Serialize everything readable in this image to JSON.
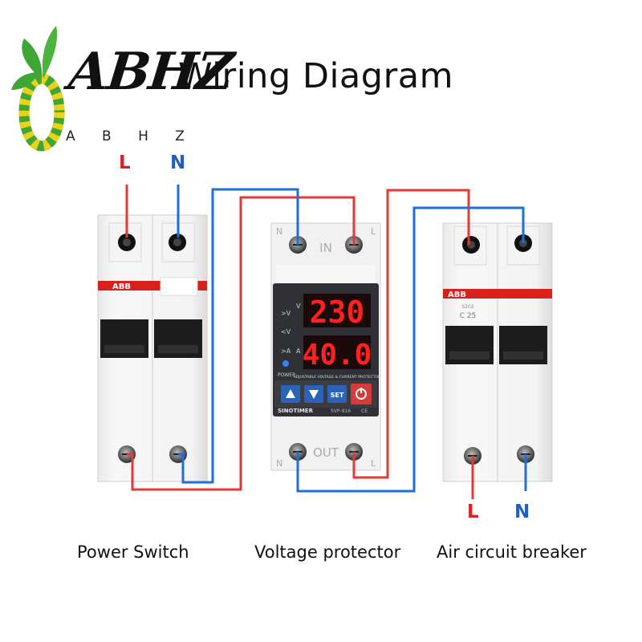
{
  "brand": {
    "logo_text": "ABHZ",
    "logo_subtext": "A B H Z",
    "colors": {
      "leaf_green": "#3fa535",
      "stripe_yellow": "#e8d21a"
    }
  },
  "title": "Wiring Diagram",
  "colors": {
    "live_wire": "#e53935",
    "neutral_wire": "#1e6fd9",
    "live_label": "#e31b23",
    "neutral_label": "#1f5fbf",
    "display_red": "#ff2020",
    "breaker_stripe": "#d8211a"
  },
  "power_switch": {
    "caption": "Power Switch",
    "brand": "ABB",
    "terminals": {
      "live": "L",
      "neutral": "N"
    }
  },
  "voltage_protector": {
    "caption": "Voltage protector",
    "voltage_reading": "230",
    "current_reading": "40.0",
    "indicator_labels": [
      ">V",
      "<V",
      ">A"
    ],
    "unit_v": "V",
    "unit_a": "A",
    "power_label": "POWER",
    "desc_label": "ADJUSTABLE VOLTAGE & CURRENT PROTECTOR",
    "brand": "SINOTIMER",
    "model": "SVP-916",
    "rating": "CE",
    "set_button": "SET",
    "in_label": "IN",
    "out_label": "OUT",
    "n_label": "N",
    "l_label": "L"
  },
  "air_breaker": {
    "caption": "Air circuit breaker",
    "brand": "ABB",
    "model": "S202",
    "rating": "C 25",
    "terminals": {
      "live": "L",
      "neutral": "N"
    }
  }
}
